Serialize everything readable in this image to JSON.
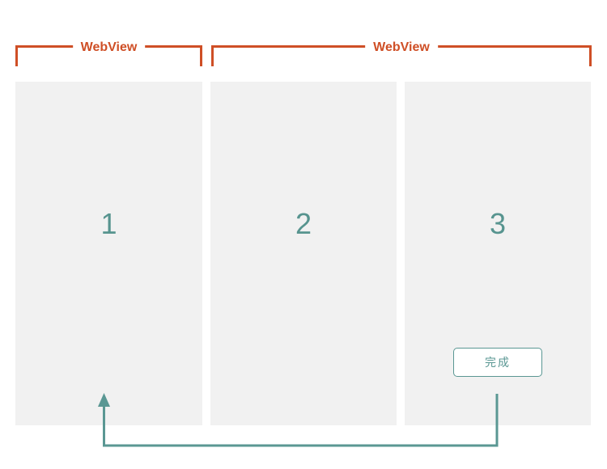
{
  "brackets": [
    {
      "label": "WebView"
    },
    {
      "label": "WebView"
    }
  ],
  "panels": [
    {
      "number": "1"
    },
    {
      "number": "2"
    },
    {
      "number": "3"
    }
  ],
  "button": {
    "label": "完成"
  },
  "icons": {
    "flow_arrow": "up-arrow-connector"
  },
  "colors": {
    "accent_orange": "#cf4f26",
    "accent_teal": "#5a9793",
    "number_teal": "#57948f",
    "panel_background": "#f1f1f1"
  }
}
